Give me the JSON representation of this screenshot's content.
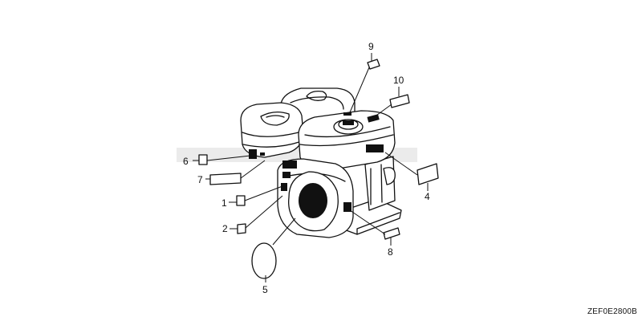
{
  "diagram_code": "ZEF0E2800B",
  "callouts": [
    {
      "number": "1"
    },
    {
      "number": "2"
    },
    {
      "number": "4"
    },
    {
      "number": "5"
    },
    {
      "number": "6"
    },
    {
      "number": "7"
    },
    {
      "number": "8"
    },
    {
      "number": "9"
    },
    {
      "number": "10"
    }
  ]
}
